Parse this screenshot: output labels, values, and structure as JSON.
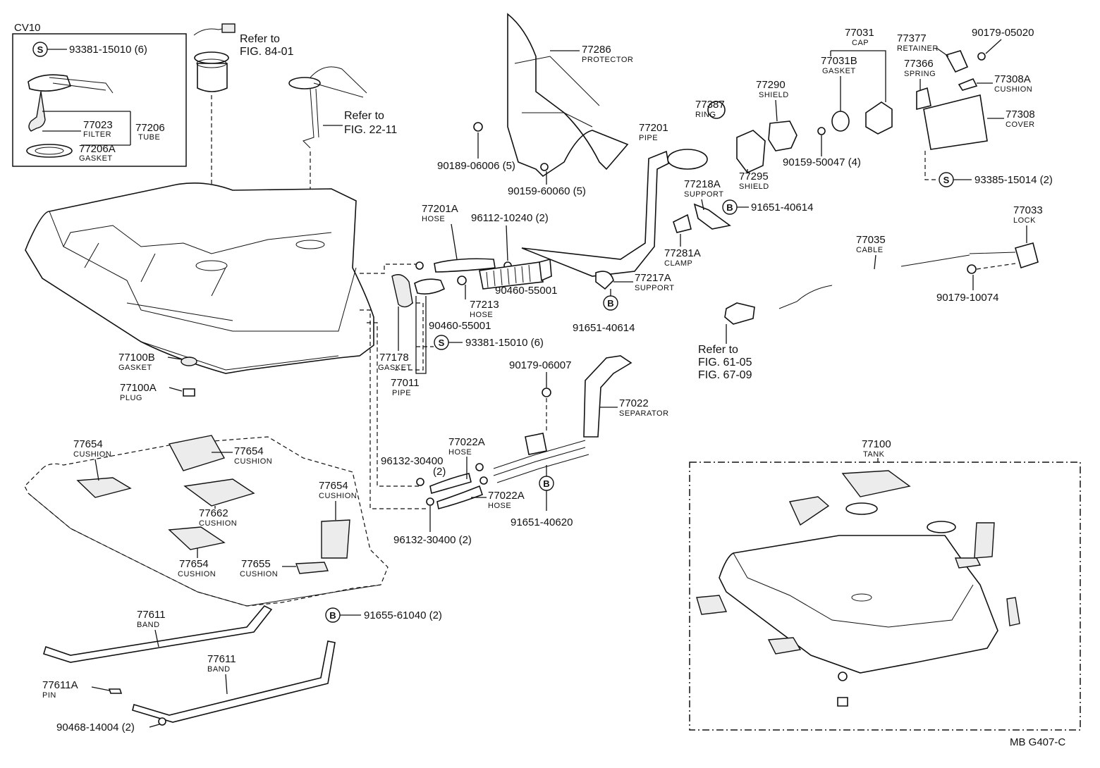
{
  "inset": {
    "code": "CV10"
  },
  "symbols": {
    "S": "S",
    "B": "B"
  },
  "references": {
    "refer_to": "Refer to",
    "fig_84_01": "FIG. 84-01",
    "fig_22_11": "FIG. 22-11",
    "fig_61_05": "FIG. 61-05",
    "fig_67_09": "FIG. 67-09"
  },
  "parts": {
    "p93381_inset": "93381-15010 (6)",
    "p77023": "77023",
    "p77023_cap": "FILTER",
    "p77206": "77206",
    "p77206_cap": "TUBE",
    "p77206A": "77206A",
    "p77206A_cap": "GASKET",
    "p77286": "77286",
    "p77286_cap": "PROTECTOR",
    "p90189": "90189-06006 (5)",
    "p90159_60060": "90159-60060 (5)",
    "p77201": "77201",
    "p77201_cap": "PIPE",
    "p77387": "77387",
    "p77387_cap": "RING",
    "p77290": "77290",
    "p77290_cap": "SHIELD",
    "p77031B": "77031B",
    "p77031B_cap": "GASKET",
    "p77031": "77031",
    "p77031_cap": "CAP",
    "p77377": "77377",
    "p77377_cap": "RETAINER",
    "p90179_05020": "90179-05020",
    "p77366": "77366",
    "p77366_cap": "SPRING",
    "p77308A": "77308A",
    "p77308A_cap": "CUSHION",
    "p77308": "77308",
    "p77308_cap": "COVER",
    "p77295": "77295",
    "p77295_cap": "SHIELD",
    "p90159_50047": "90159-50047 (4)",
    "p93385": "93385-15014 (2)",
    "p77218A": "77218A",
    "p77218A_cap": "SUPPORT",
    "p91651_top": "91651-40614",
    "p77281A": "77281A",
    "p77281A_cap": "CLAMP",
    "p77201A": "77201A",
    "p77201A_cap": "HOSE",
    "p96112": "96112-10240 (2)",
    "p77217A": "77217A",
    "p77217A_cap": "SUPPORT",
    "p90460_a": "90460-55001",
    "p77213": "77213",
    "p77213_cap": "HOSE",
    "p90460_b": "90460-55001",
    "p91651_mid": "91651-40614",
    "p77033": "77033",
    "p77033_cap": "LOCK",
    "p77035": "77035",
    "p77035_cap": "CABLE",
    "p90179_10074": "90179-10074",
    "p93381_main": "93381-15010 (6)",
    "p77178": "77178",
    "p77178_cap": "GASKET",
    "p77011": "77011",
    "p77011_cap": "PIPE",
    "p77100B": "77100B",
    "p77100B_cap": "GASKET",
    "p77100A": "77100A",
    "p77100A_cap": "PLUG",
    "p90179_06007": "90179-06007",
    "p77022": "77022",
    "p77022_cap": "SEPARATOR",
    "p77022A_1": "77022A",
    "p77022A_1_cap": "HOSE",
    "p96132_1": "96132-30400",
    "p96132_1_qty": "(2)",
    "p77022A_2": "77022A",
    "p77022A_2_cap": "HOSE",
    "p96132_2": "96132-30400 (2)",
    "p91651_40620": "91651-40620",
    "p77654_a": "77654",
    "p77654_a_cap": "CUSHION",
    "p77654_b": "77654",
    "p77654_b_cap": "CUSHION",
    "p77654_c": "77654",
    "p77654_c_cap": "CUSHION",
    "p77662": "77662",
    "p77662_cap": "CUSHION",
    "p77654_d": "77654",
    "p77654_d_cap": "CUSHION",
    "p77655": "77655",
    "p77655_cap": "CUSHION",
    "p77611_a": "77611",
    "p77611_a_cap": "BAND",
    "p91655": "91655-61040 (2)",
    "p77611_b": "77611",
    "p77611_b_cap": "BAND",
    "p77611A": "77611A",
    "p77611A_cap": "PIN",
    "p90468": "90468-14004 (2)",
    "p77100": "77100",
    "p77100_cap": "TANK"
  },
  "footer": {
    "code": "MB G407-C"
  }
}
